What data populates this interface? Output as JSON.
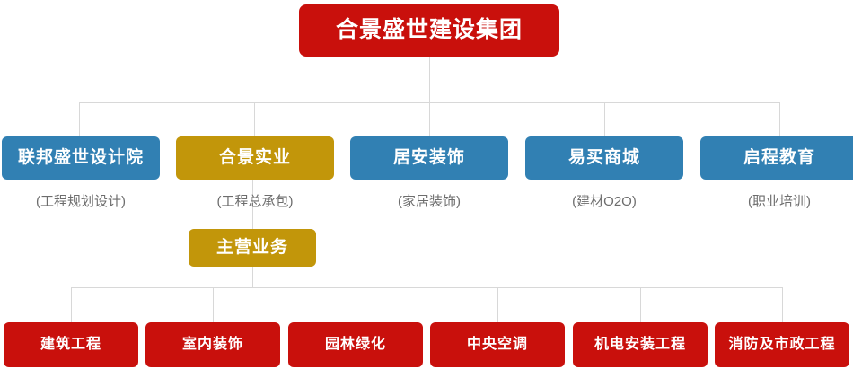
{
  "chart_data": {
    "type": "diagram",
    "title": "合景盛世建设集团 组织架构图",
    "layout": "org-chart",
    "levels": 4
  },
  "colors": {
    "red": "#c9100c",
    "blue": "#3180b3",
    "gold": "#c2960a",
    "line": "#d8d8d8",
    "caption_text": "#6d6d6d",
    "box_text": "#ffffff",
    "background": "#ffffff"
  },
  "root": {
    "label": "合景盛世建设集团",
    "color": "red"
  },
  "subsidiaries": [
    {
      "label": "联邦盛世设计院",
      "caption": "(工程规划设计)",
      "color": "blue"
    },
    {
      "label": "合景实业",
      "caption": "(工程总承包)",
      "color": "gold"
    },
    {
      "label": "居安装饰",
      "caption": "(家居装饰)",
      "color": "blue"
    },
    {
      "label": "易买商城",
      "caption": "(建材O2O)",
      "color": "blue"
    },
    {
      "label": "启程教育",
      "caption": "(职业培训)",
      "color": "blue"
    }
  ],
  "core_business": {
    "label": "主营业务",
    "color": "gold"
  },
  "business_units": [
    {
      "label": "建筑工程",
      "color": "red"
    },
    {
      "label": "室内装饰",
      "color": "red"
    },
    {
      "label": "园林绿化",
      "color": "red"
    },
    {
      "label": "中央空调",
      "color": "red"
    },
    {
      "label": "机电安装工程",
      "color": "red"
    },
    {
      "label": "消防及市政工程",
      "color": "red"
    }
  ]
}
